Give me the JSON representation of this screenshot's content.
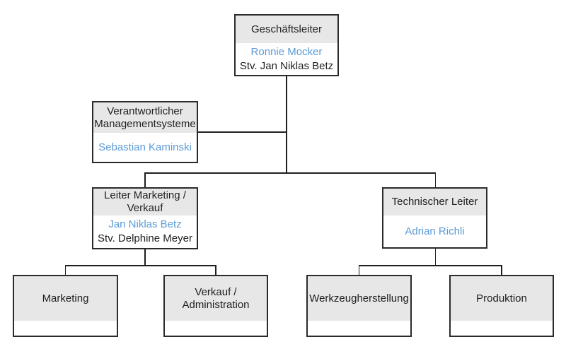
{
  "diagram": {
    "type": "org-chart",
    "language": "de"
  },
  "colors": {
    "accent_blue": "#5b9bd5",
    "header_gray": "#e7e7e7",
    "border_dark": "#2b2b2b",
    "line_dark": "#1f1f1f",
    "background": "#ffffff"
  },
  "nodes": {
    "gl": {
      "title": "Geschäftsleiter",
      "person": "Ronnie Mocker",
      "deputy": "Stv. Jan Niklas Betz"
    },
    "vm": {
      "title": "Verantwortlicher Managementsysteme",
      "person": "Sebastian Kaminski"
    },
    "lmv": {
      "title": "Leiter Marketing / Verkauf",
      "person": "Jan Niklas Betz",
      "deputy": "Stv. Delphine Meyer"
    },
    "tl": {
      "title": "Technischer Leiter",
      "person": "Adrian Richli"
    },
    "mk": {
      "title": "Marketing"
    },
    "va": {
      "title": "Verkauf / Administration"
    },
    "wh": {
      "title": "Werkzeugherstellung"
    },
    "pd": {
      "title": "Produktion"
    }
  },
  "hierarchy": {
    "root": "Geschäftsleiter",
    "staff": [
      "Verantwortlicher Managementsysteme"
    ],
    "children_of_root": [
      "Leiter Marketing / Verkauf",
      "Technischer Leiter"
    ],
    "children_of_marketing_verkauf": [
      "Marketing",
      "Verkauf / Administration"
    ],
    "children_of_technischer_leiter": [
      "Werkzeugherstellung",
      "Produktion"
    ]
  }
}
